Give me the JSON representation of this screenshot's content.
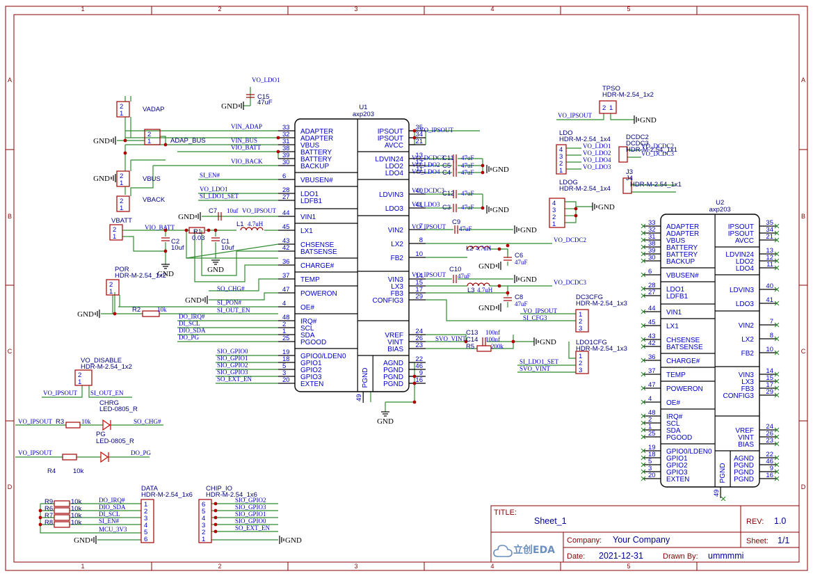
{
  "frame": {
    "cols": [
      "1",
      "2",
      "3",
      "4",
      "5"
    ],
    "rows": [
      "A",
      "B",
      "C",
      "D"
    ]
  },
  "title_block": {
    "title_label": "TITLE:",
    "title": "Sheet_1",
    "rev_label": "REV:",
    "rev": "1.0",
    "company_label": "Company:",
    "company": "Your Company",
    "sheet_label": "Sheet:",
    "sheet": "1/1",
    "date_label": "Date:",
    "date": "2021-12-31",
    "drawn_label": "Drawn By:",
    "drawn_by": "ummmmi",
    "logo": "立创EDA"
  },
  "u1": {
    "ref": "U1",
    "value": "axp203",
    "left_pins": [
      {
        "num": "33",
        "name": "ADAPTER",
        "net": "VIN_ADAP"
      },
      {
        "num": "32",
        "name": "ADAPTER",
        "net": ""
      },
      {
        "num": "31",
        "name": "VBUS",
        "net": "VIN_BUS"
      },
      {
        "num": "38",
        "name": "BATTERY",
        "net": "VIO_BATT"
      },
      {
        "num": "39",
        "name": "BATTERY",
        "net": ""
      },
      {
        "num": "30",
        "name": "BACKUP",
        "net": "VIO_BACK"
      },
      {
        "num": "6",
        "name": "VBUSEN#",
        "net": "SI_EN#"
      },
      {
        "num": "28",
        "name": "LDO1",
        "net": "VO_LDO1"
      },
      {
        "num": "27",
        "name": "LDFB1",
        "net": "SI_LDO1_SET"
      },
      {
        "num": "44",
        "name": "VIN1",
        "net": "VO_IPSOUT"
      },
      {
        "num": "45",
        "name": "LX1",
        "net": ""
      },
      {
        "num": "43",
        "name": "CHSENSE",
        "net": ""
      },
      {
        "num": "42",
        "name": "BATSENSE",
        "net": ""
      },
      {
        "num": "36",
        "name": "CHARGE#",
        "net": ""
      },
      {
        "num": "37",
        "name": "TEMP",
        "net": ""
      },
      {
        "num": "47",
        "name": "POWERON",
        "net": "SO_CHG#"
      },
      {
        "num": "4",
        "name": "OE#",
        "net": "SI_PON#"
      },
      {
        "num": "48",
        "name": "IRQ#",
        "net": "DO_IRQ#"
      },
      {
        "num": "2",
        "name": "SCL",
        "net": "DI_SCL"
      },
      {
        "num": "1",
        "name": "SDA",
        "net": "DIO_SDA"
      },
      {
        "num": "25",
        "name": "PGOOD",
        "net": "DO_PG"
      },
      {
        "num": "19",
        "name": "GPIO0/LDEN0",
        "net": "SIO_GPIO0"
      },
      {
        "num": "18",
        "name": "GPIO1",
        "net": "SIO_GPIO1"
      },
      {
        "num": "5",
        "name": "GPIO2",
        "net": "SIO_GPIO2"
      },
      {
        "num": "3",
        "name": "GPIO3",
        "net": "SIO_GPIO3"
      },
      {
        "num": "20",
        "name": "EXTEN",
        "net": "SO_EXT_EN"
      }
    ],
    "right_pins": [
      {
        "num": "35",
        "name": "IPSOUT",
        "net": "VO_IPSOUT"
      },
      {
        "num": "34",
        "name": "IPSOUT",
        "net": ""
      },
      {
        "num": "21",
        "name": "AVCC",
        "net": ""
      },
      {
        "num": "13",
        "name": "LDVIN24",
        "net": "VO_DCDC3"
      },
      {
        "num": "12",
        "name": "LDO2",
        "net": "VO_LDO2"
      },
      {
        "num": "11",
        "name": "LDO4",
        "net": "VO_LDO4"
      },
      {
        "num": "40",
        "name": "LDVIN3",
        "net": "VO_DCDC3"
      },
      {
        "num": "41",
        "name": "LDO3",
        "net": "VO_LDO3"
      },
      {
        "num": "7",
        "name": "VIN2",
        "net": "VO_IPSOUT"
      },
      {
        "num": "8",
        "name": "LX2",
        "net": ""
      },
      {
        "num": "10",
        "name": "FB2",
        "net": ""
      },
      {
        "num": "14",
        "name": "VIN3",
        "net": "VO_IPSOUT"
      },
      {
        "num": "15",
        "name": "LX3",
        "net": ""
      },
      {
        "num": "17",
        "name": "FB3",
        "net": ""
      },
      {
        "num": "29",
        "name": "CONFIG3",
        "net": ""
      },
      {
        "num": "24",
        "name": "VREF",
        "net": ""
      },
      {
        "num": "26",
        "name": "VINT",
        "net": "SVO_VINT"
      },
      {
        "num": "23",
        "name": "BIAS",
        "net": ""
      },
      {
        "num": "22",
        "name": "AGND",
        "net": ""
      },
      {
        "num": "46",
        "name": "PGND",
        "net": ""
      },
      {
        "num": "9",
        "name": "PGND",
        "net": ""
      },
      {
        "num": "16",
        "name": "PGND",
        "net": ""
      }
    ],
    "bottom_pin": {
      "num": "49",
      "name": "PGND"
    }
  },
  "u2": {
    "ref": "U2",
    "value": "axp203",
    "left_pins": [
      {
        "num": "33",
        "name": "ADAPTER"
      },
      {
        "num": "32",
        "name": "ADAPTER"
      },
      {
        "num": "31",
        "name": "VBUS"
      },
      {
        "num": "38",
        "name": "BATTERY"
      },
      {
        "num": "39",
        "name": "BATTERY"
      },
      {
        "num": "30",
        "name": "BACKUP"
      },
      {
        "num": "6",
        "name": "VBUSEN#"
      },
      {
        "num": "28",
        "name": "LDO1"
      },
      {
        "num": "27",
        "name": "LDFB1"
      },
      {
        "num": "44",
        "name": "VIN1"
      },
      {
        "num": "45",
        "name": "LX1"
      },
      {
        "num": "43",
        "name": "CHSENSE"
      },
      {
        "num": "42",
        "name": "BATSENSE"
      },
      {
        "num": "36",
        "name": "CHARGE#"
      },
      {
        "num": "37",
        "name": "TEMP"
      },
      {
        "num": "47",
        "name": "POWERON"
      },
      {
        "num": "4",
        "name": "OE#"
      },
      {
        "num": "48",
        "name": "IRQ#"
      },
      {
        "num": "2",
        "name": "SCL"
      },
      {
        "num": "1",
        "name": "SDA"
      },
      {
        "num": "25",
        "name": "PGOOD"
      },
      {
        "num": "19",
        "name": "GPIO0/LDEN0"
      },
      {
        "num": "18",
        "name": "GPIO1"
      },
      {
        "num": "5",
        "name": "GPIO2"
      },
      {
        "num": "3",
        "name": "GPIO3"
      },
      {
        "num": "20",
        "name": "EXTEN"
      }
    ],
    "right_pins": [
      {
        "num": "35",
        "name": "IPSOUT"
      },
      {
        "num": "34",
        "name": "IPSOUT"
      },
      {
        "num": "21",
        "name": "AVCC"
      },
      {
        "num": "13",
        "name": "LDVIN24"
      },
      {
        "num": "12",
        "name": "LDO2"
      },
      {
        "num": "11",
        "name": "LDO4"
      },
      {
        "num": "40",
        "name": "LDVIN3"
      },
      {
        "num": "41",
        "name": "LDO3"
      },
      {
        "num": "7",
        "name": "VIN2"
      },
      {
        "num": "8",
        "name": "LX2"
      },
      {
        "num": "10",
        "name": "FB2"
      },
      {
        "num": "14",
        "name": "VIN3"
      },
      {
        "num": "15",
        "name": "LX3"
      },
      {
        "num": "17",
        "name": "FB3"
      },
      {
        "num": "29",
        "name": "CONFIG3"
      },
      {
        "num": "24",
        "name": "VREF"
      },
      {
        "num": "26",
        "name": "VINT"
      },
      {
        "num": "23",
        "name": "BIAS"
      },
      {
        "num": "22",
        "name": "AGND"
      },
      {
        "num": "46",
        "name": "PGND"
      },
      {
        "num": "9",
        "name": "PGND"
      },
      {
        "num": "16",
        "name": "PGND"
      }
    ],
    "bottom_pin": {
      "num": "49",
      "name": "PGND"
    }
  },
  "connectors": {
    "vadap": {
      "ref": "VADAP",
      "pins": [
        "2",
        "1"
      ]
    },
    "adap_bus": {
      "ref": "ADAP_BUS",
      "pins": [
        "2",
        "1"
      ]
    },
    "vbus": {
      "ref": "VBUS",
      "pins": [
        "2",
        "1"
      ]
    },
    "vback": {
      "ref": "VBACK",
      "pins": [
        "2",
        "1"
      ]
    },
    "vbatt": {
      "ref": "VBATT",
      "pins": [
        "2",
        "1"
      ]
    },
    "por": {
      "ref": "POR",
      "value": "HDR-M-2.54_1x2",
      "pins": [
        "2",
        "1"
      ]
    },
    "vo_disable": {
      "ref": "VO_DISABLE",
      "value": "HDR-M-2.54_1x2",
      "pins": [
        "2",
        "1"
      ]
    },
    "tpso": {
      "ref": "TPSO",
      "value": "HDR-M-2.54_1x2",
      "pins": [
        "2",
        "1"
      ]
    },
    "ldo": {
      "ref": "LDO",
      "value": "HDR-M-2.54_1x4",
      "pins": [
        "4",
        "3",
        "2",
        "1"
      ],
      "nets": [
        "VO_LDO1",
        "VO_LDO2",
        "VO_LDO4",
        "VO_LDO3"
      ]
    },
    "ldog": {
      "ref": "LDOG",
      "value": "HDR-M-2.54_1x4",
      "pins": [
        "4",
        "3",
        "2",
        "1"
      ]
    },
    "dcdc2": {
      "ref": "DCDC2",
      "value": "HDR-M-2.54_1x1",
      "net": "VO_DCDC3",
      "overlap": [
        "DCDC3",
        "HDR-M-2.54_1x1",
        "VO_DCDC2"
      ]
    },
    "j3": {
      "ref": "J3",
      "value": "HDR-M-2.54_1x1",
      "overlap": [
        "J4",
        "HDR-M-2.54_1x1"
      ]
    },
    "dc3cfg": {
      "ref": "DC3CFG",
      "value": "HDR-M-2.54_1x3",
      "pins": [
        "1",
        "2",
        "3"
      ],
      "nets": [
        "VO_IPSOUT",
        "SI_CFG3"
      ]
    },
    "ldo1cfg": {
      "ref": "LDO1CFG",
      "value": "HDR-M-2.54_1x3",
      "pins": [
        "1",
        "2",
        "3"
      ],
      "nets": [
        "SI_LDO1_SET",
        "SVO_VINT"
      ]
    },
    "data": {
      "ref": "DATA",
      "value": "HDR-M-2.54_1x6",
      "pins": [
        "1",
        "2",
        "3",
        "4",
        "5",
        "6"
      ],
      "nets": [
        "DO_IRQ#",
        "DIO_SDA",
        "DI_SCL",
        "SI_EN#",
        "MCU_3V3"
      ]
    },
    "chip_io": {
      "ref": "CHIP_IO",
      "value": "HDR-M-2.54_1x6",
      "pins": [
        "6",
        "5",
        "4",
        "3",
        "2",
        "1"
      ],
      "nets": [
        "SIO_GPIO2",
        "SIO_GPIO3",
        "SIO_GPIO1",
        "SIO_GPIO0",
        "SO_EXT_EN"
      ]
    }
  },
  "passives": {
    "c15": {
      "ref": "C15",
      "value": "47uF",
      "net": "VO_LDO1"
    },
    "c2": {
      "ref": "C2",
      "value": "10uf"
    },
    "c7": {
      "ref": "C7",
      "value": "10uf"
    },
    "c1": {
      "ref": "C1",
      "value": "10uf"
    },
    "r1": {
      "ref": "R1",
      "value": "0.03"
    },
    "l1": {
      "ref": "L1",
      "value": "4.7uH"
    },
    "r2": {
      "ref": "R2",
      "value": "10k"
    },
    "c11": {
      "ref": "C11",
      "value": "47uF"
    },
    "c5": {
      "ref": "C5",
      "value": "47uF"
    },
    "c4": {
      "ref": "C4",
      "value": "47uF"
    },
    "c12": {
      "ref": "C12",
      "value": "47uF"
    },
    "c3": {
      "ref": "C3",
      "value": "47uF"
    },
    "c9": {
      "ref": "C9",
      "value": "47uF"
    },
    "l2": {
      "ref": "L2",
      "value": "4.7uH"
    },
    "c6": {
      "ref": "C6",
      "value": "47uF"
    },
    "c10": {
      "ref": "C10",
      "value": "47uF"
    },
    "l3": {
      "ref": "L3",
      "value": "4.7uH"
    },
    "c8": {
      "ref": "C8",
      "value": "47uF"
    },
    "c13": {
      "ref": "C13",
      "value": "100nf"
    },
    "c14": {
      "ref": "C14",
      "value": "100nf"
    },
    "r5": {
      "ref": "R5",
      "value": "200k"
    },
    "r3": {
      "ref": "R3",
      "value": "10k"
    },
    "r4": {
      "ref": "R4",
      "value": "10k"
    },
    "r9": {
      "ref": "R9",
      "value": "10k"
    },
    "r6": {
      "ref": "R6",
      "value": "10k"
    },
    "r7": {
      "ref": "R7",
      "value": "10k"
    },
    "r8": {
      "ref": "R8",
      "value": "10k"
    }
  },
  "leds": {
    "chrg": {
      "ref": "CHRG",
      "value": "LED-0805_R",
      "net_in": "VO_IPSOUT",
      "net_out": "SO_CHG#"
    },
    "pg": {
      "ref": "PG",
      "value": "LED-0805_R",
      "net_in": "VO_IPSOUT",
      "net_out": "DO_PG"
    }
  },
  "labels": {
    "gnd": "GND",
    "vo_ipsout": "VO_IPSOUT",
    "vo_dcdc2": "VO_DCDC2",
    "vo_dcdc3": "VO_DCDC3",
    "vio_batt": "VIO_BATT",
    "si_out_en": "SI_OUT_EN",
    "vo_ldo1": "VO_LDO1",
    "vo_ldo3": "VO_LDO3",
    "vo_ldo2": "VO_LDO2",
    "vo_ldo4": "VO_LDO4"
  }
}
